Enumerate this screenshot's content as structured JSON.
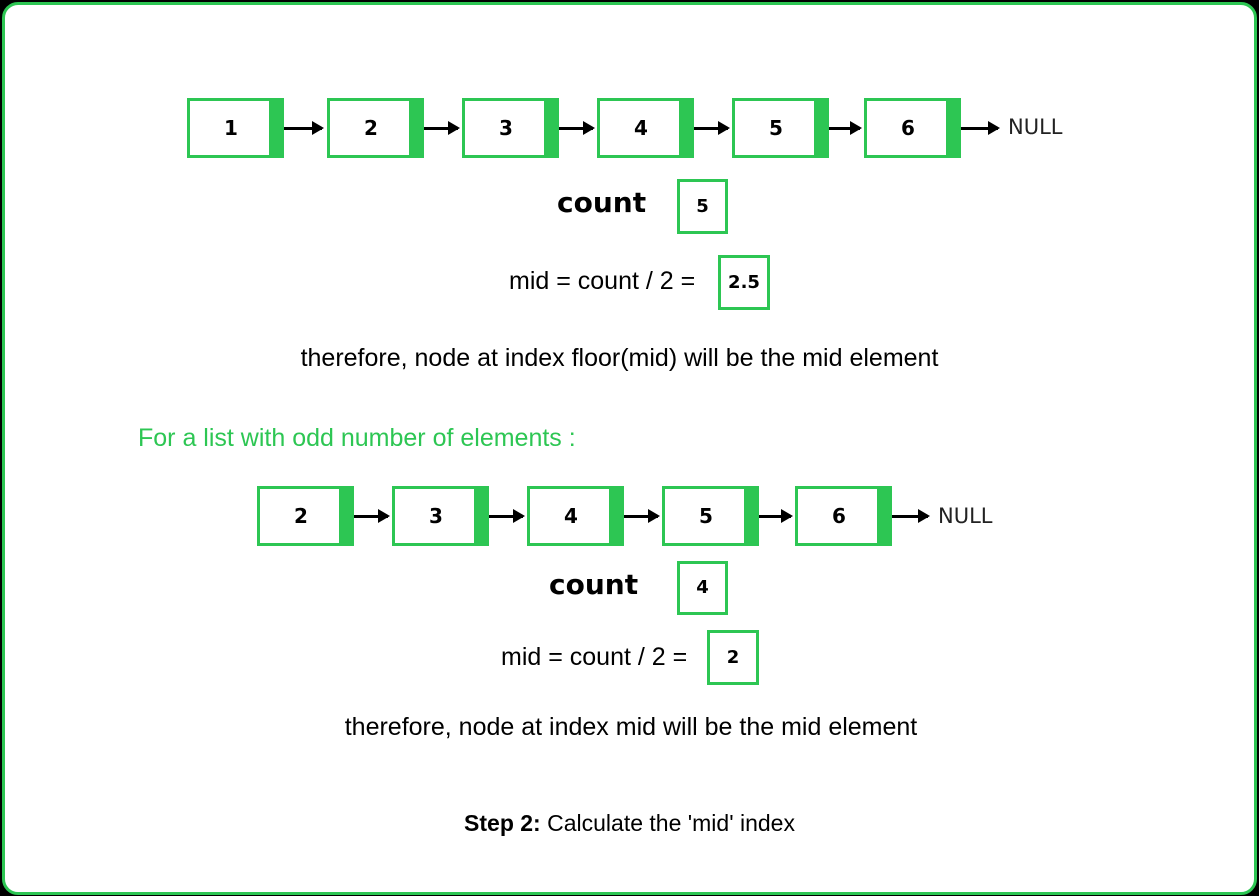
{
  "list1": {
    "nodes": [
      "1",
      "2",
      "3",
      "4",
      "5",
      "6"
    ],
    "null_label": "NULL",
    "count_label": "count",
    "count_value": "5",
    "mid_equation": "mid = count / 2 =",
    "mid_value": "2.5",
    "conclusion": "therefore, node at index floor(mid) will be the mid element"
  },
  "odd_heading": "For a list with odd number of elements :",
  "list2": {
    "nodes": [
      "2",
      "3",
      "4",
      "5",
      "6"
    ],
    "null_label": "NULL",
    "count_label": "count",
    "count_value": "4",
    "mid_equation": "mid = count / 2 =",
    "mid_value": "2",
    "conclusion": "therefore, node at index mid will be the mid element"
  },
  "caption": {
    "step_label": "Step 2:",
    "step_text": " Calculate the 'mid' index"
  },
  "colors": {
    "accent": "#2dc653",
    "background": "#000000",
    "panel": "#ffffff"
  }
}
